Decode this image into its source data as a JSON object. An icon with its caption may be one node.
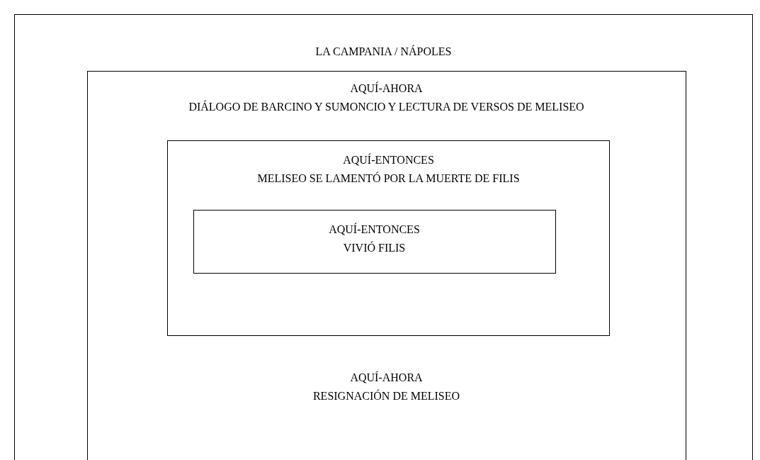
{
  "diagram": {
    "nodes": [
      {
        "text": [
          "LA CAMPANIA / NÁPOLES"
        ]
      },
      {
        "text": [
          "AQUÍ-AHORA",
          "DIÁLOGO DE BARCINO Y SUMONCIO Y LECTURA DE VERSOS DE MELISEO",
          "AQUÍ-AHORA",
          "RESIGNACIÓN DE MELISEO"
        ],
        "in": 0
      },
      {
        "text": [
          "AQUÍ-ENTONCES",
          "MELISEO SE LAMENTÓ POR LA MUERTE DE FILIS"
        ],
        "in": 1
      },
      {
        "text": [
          "AQUÍ-ENTONCES",
          "VIVIÓ FILIS"
        ],
        "in": 2
      }
    ]
  }
}
